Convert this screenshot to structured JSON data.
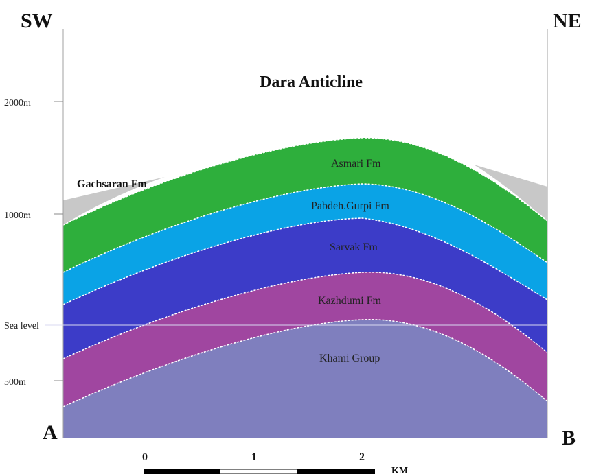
{
  "direction": {
    "left": "SW",
    "right": "NE"
  },
  "title": "Dara Anticline",
  "elevation_labels": [
    "2000m",
    "1000m",
    "Sea level",
    "500m"
  ],
  "section_ends": {
    "left": "A",
    "right": "B"
  },
  "formations": [
    {
      "name": "Gachsaran Fm",
      "color": "#c8c8c8"
    },
    {
      "name": "Asmari Fm",
      "color": "#2eaf3c"
    },
    {
      "name": "Pabdeh.Gurpi Fm",
      "color": "#0aa3e6"
    },
    {
      "name": "Sarvak Fm",
      "color": "#3c3cc8"
    },
    {
      "name": "Kazhdumi Fm",
      "color": "#a046a0"
    },
    {
      "name": "Khami Group",
      "color": "#7f7fbe"
    }
  ],
  "scale_bar": {
    "ticks": [
      "0",
      "1",
      "2"
    ],
    "unit": "KM"
  }
}
